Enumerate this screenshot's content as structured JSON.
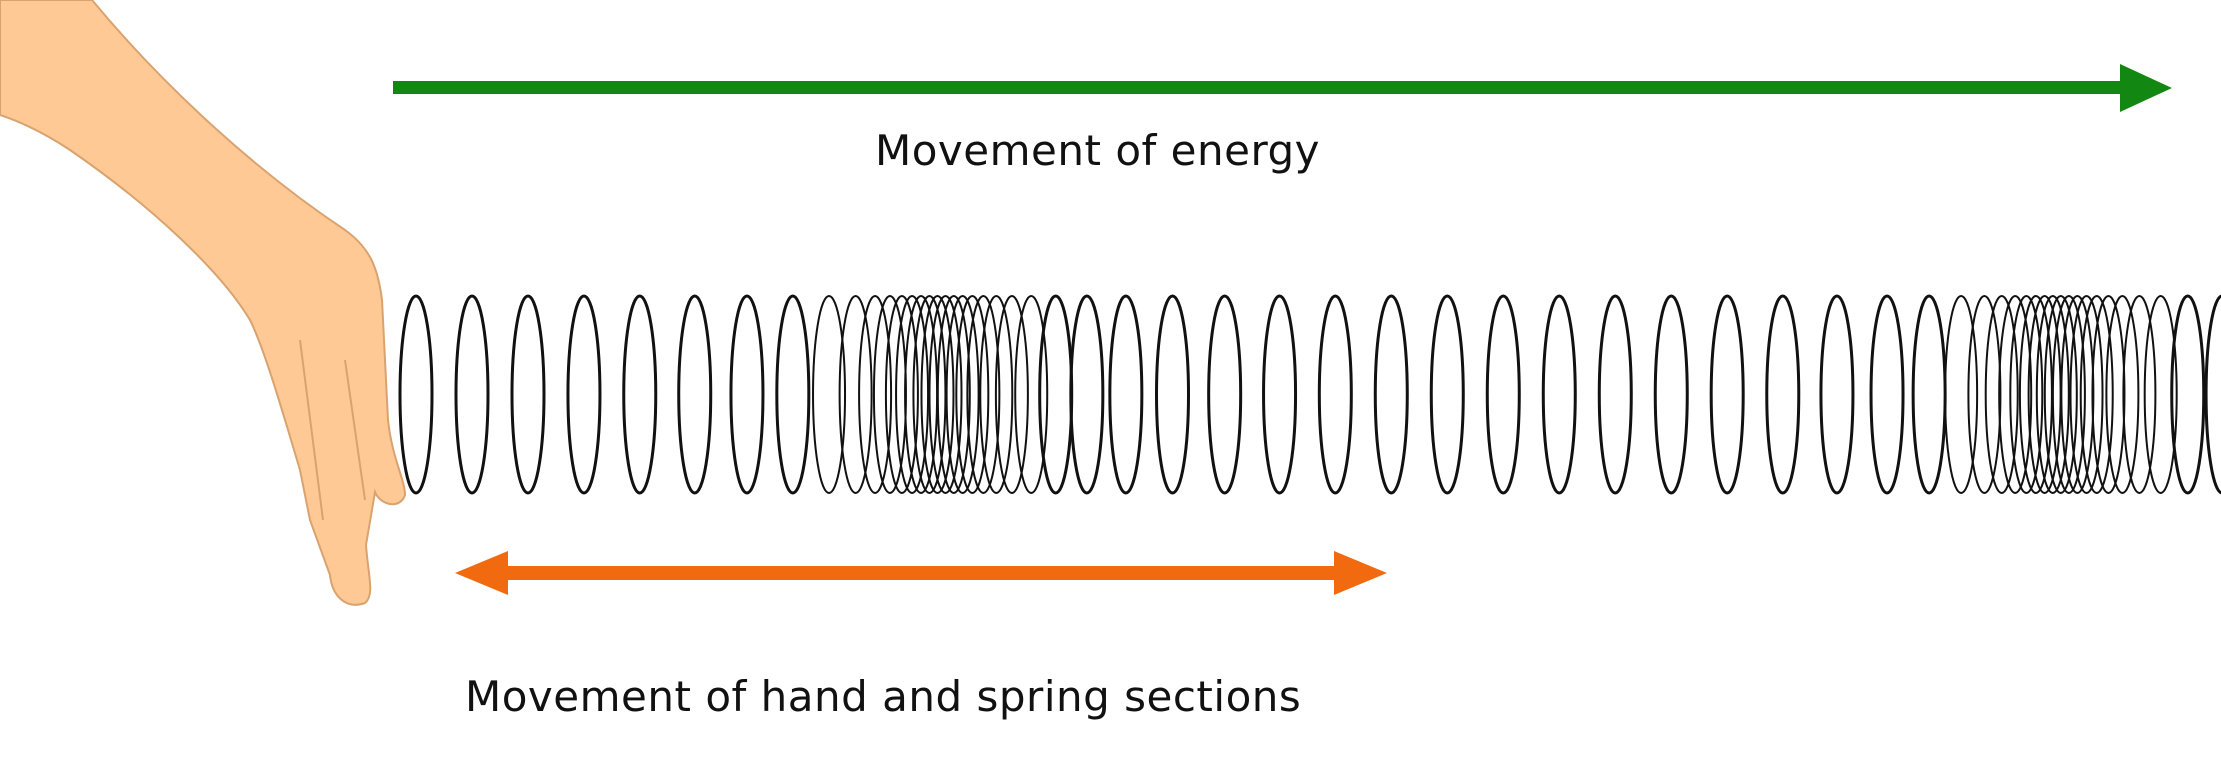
{
  "labels": {
    "energy": "Movement of energy",
    "hand_spring": "Movement of hand and spring sections"
  },
  "colors": {
    "energy_arrow": "#128712",
    "hand_arrow": "#f26a10",
    "hand_skin": "#ffc995",
    "hand_outline": "#d9a36f",
    "spring_coil": "#111111"
  },
  "icons": {
    "hand": "hand-icon",
    "spring": "spring-coil",
    "energy_arrow": "right-arrow",
    "hand_arrow": "double-headed-arrow"
  },
  "spring": {
    "wave_type": "longitudinal",
    "compression_count": 2
  }
}
